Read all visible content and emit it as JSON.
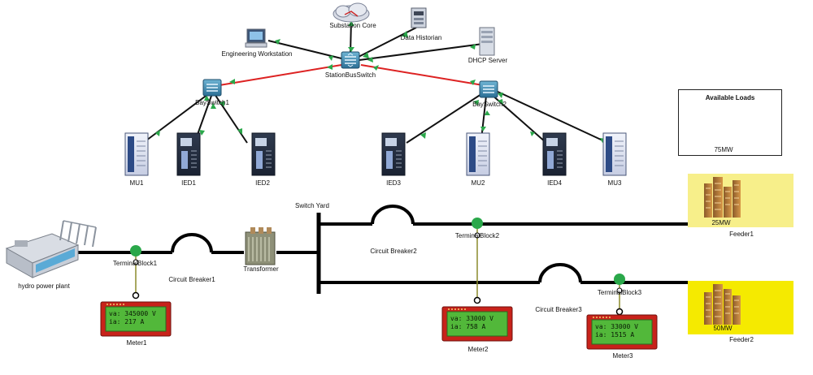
{
  "network": {
    "core": "Substation Core",
    "historian": "Data Historian",
    "workstation": "Engineering Workstation",
    "dhcp": "DHCP Server",
    "station_switch": "StationBusSwitch",
    "bay_switch_1": "BaySwitch1",
    "bay_switch_2": "BaySwitch2",
    "mu1": "MU1",
    "ied1": "IED1",
    "ied2": "IED2",
    "ied3": "IED3",
    "mu2": "MU2",
    "ied4": "IED4",
    "mu3": "MU3"
  },
  "power": {
    "plant": "hydro power plant",
    "terminal1": "TerminalBlock1",
    "breaker1": "Circuit Breaker1",
    "transformer": "Transformer",
    "switch_yard": "Switch Yard",
    "breaker2": "Circuit Breaker2",
    "terminal2": "TerminalBlock2",
    "breaker3": "Circuit Breaker3",
    "terminal3": "TerminalBlock3",
    "feeder1": "Feeder1",
    "feeder2": "Feeder2",
    "load1": "25MW",
    "load2": "50MW"
  },
  "meters": {
    "m1": {
      "name": "Meter1",
      "line1": "va: 345000 V",
      "line2": "ia: 217 A"
    },
    "m2": {
      "name": "Meter2",
      "line1": "va: 33000 V",
      "line2": "ia: 758 A"
    },
    "m3": {
      "name": "Meter3",
      "line1": "va: 33000 V",
      "line2": "ia: 1515 A"
    }
  },
  "available_loads": {
    "title": "Available Loads",
    "item": "75MW"
  },
  "colors": {
    "link_ok": "#2aa84a",
    "trunk": "#dd2222",
    "bus": "#000000",
    "highlight": "#f7ef8a",
    "highlight_strong": "#f5ea00",
    "lcd": "#52b83a",
    "meter_frame": "#c8221a"
  }
}
